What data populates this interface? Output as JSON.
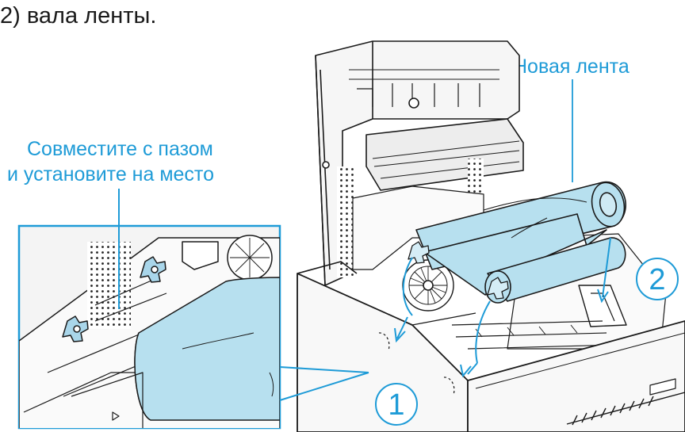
{
  "caption": {
    "top": "2) вала ленты."
  },
  "labels": {
    "new_ribbon": "Новая лента",
    "align_line1": "Совместите с пазом",
    "align_line2": "и установите на место"
  },
  "steps": {
    "one": "1",
    "two": "2"
  },
  "colors": {
    "accent": "#1e9bd7",
    "ribbon_fill": "#b7e0ef",
    "line": "#1a1a1a",
    "panel_fill": "#f4f4f4"
  }
}
